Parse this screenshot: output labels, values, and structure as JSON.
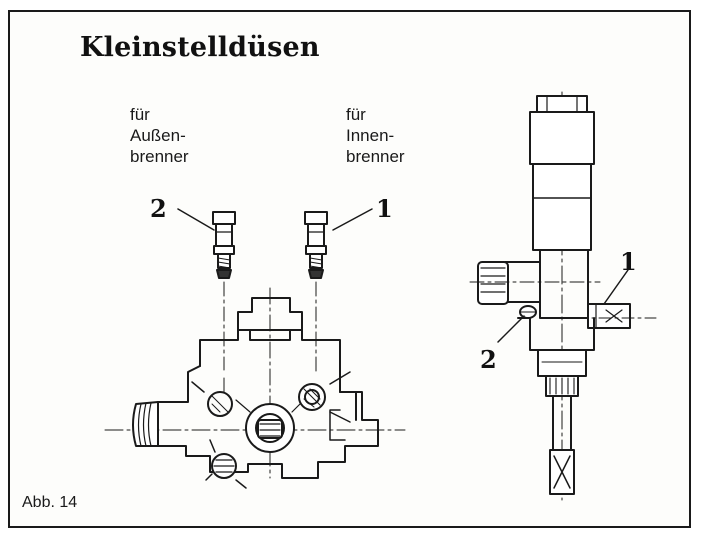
{
  "title": "Kleinstelldüsen",
  "labels": {
    "outer": [
      "für",
      "Außen-",
      "brenner"
    ],
    "inner": [
      "für",
      "Innen-",
      "brenner"
    ]
  },
  "numbers": {
    "left_nozzle": "2",
    "right_nozzle": "1",
    "side_one": "1",
    "side_two": "2"
  },
  "caption": "Abb. 14"
}
